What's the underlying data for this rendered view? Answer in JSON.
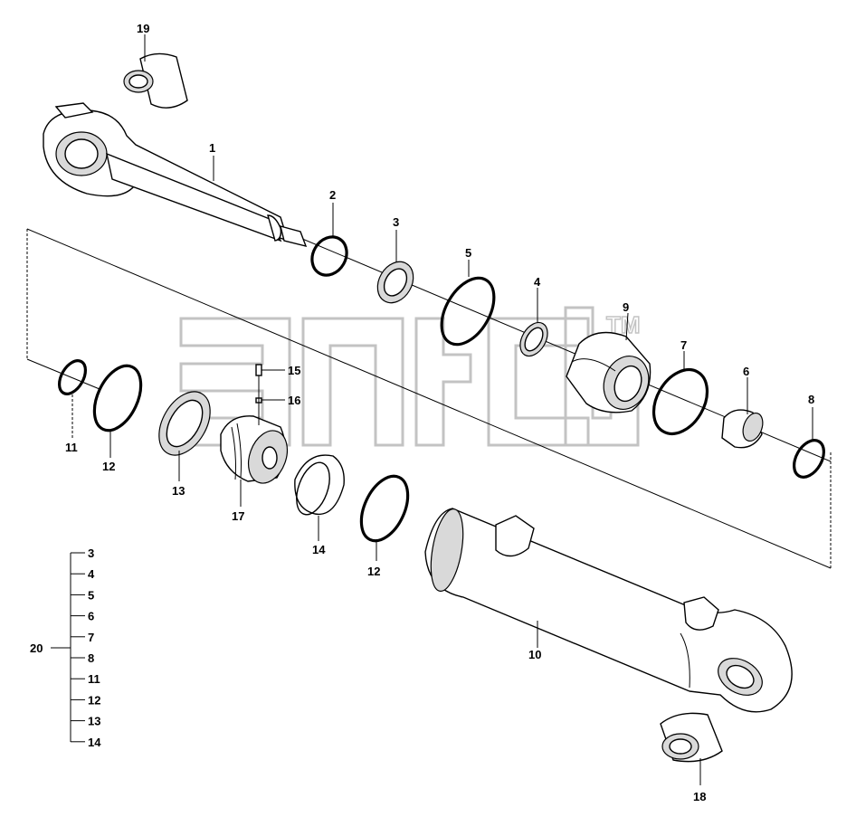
{
  "diagram": {
    "callouts": [
      {
        "id": "1",
        "text": "1"
      },
      {
        "id": "2",
        "text": "2"
      },
      {
        "id": "3",
        "text": "3"
      },
      {
        "id": "4",
        "text": "4"
      },
      {
        "id": "5",
        "text": "5"
      },
      {
        "id": "6",
        "text": "6"
      },
      {
        "id": "7",
        "text": "7"
      },
      {
        "id": "8",
        "text": "8"
      },
      {
        "id": "9",
        "text": "9"
      },
      {
        "id": "10",
        "text": "10"
      },
      {
        "id": "11",
        "text": "11"
      },
      {
        "id": "12a",
        "text": "12"
      },
      {
        "id": "12b",
        "text": "12"
      },
      {
        "id": "13",
        "text": "13"
      },
      {
        "id": "14",
        "text": "14"
      },
      {
        "id": "15",
        "text": "15"
      },
      {
        "id": "16",
        "text": "16"
      },
      {
        "id": "17",
        "text": "17"
      },
      {
        "id": "18",
        "text": "18"
      },
      {
        "id": "19",
        "text": "19"
      }
    ],
    "kit": {
      "label": "20",
      "items": [
        "3",
        "4",
        "5",
        "6",
        "7",
        "8",
        "11",
        "12",
        "13",
        "14"
      ]
    },
    "watermark": {
      "text": "",
      "trademark": "TM"
    }
  }
}
